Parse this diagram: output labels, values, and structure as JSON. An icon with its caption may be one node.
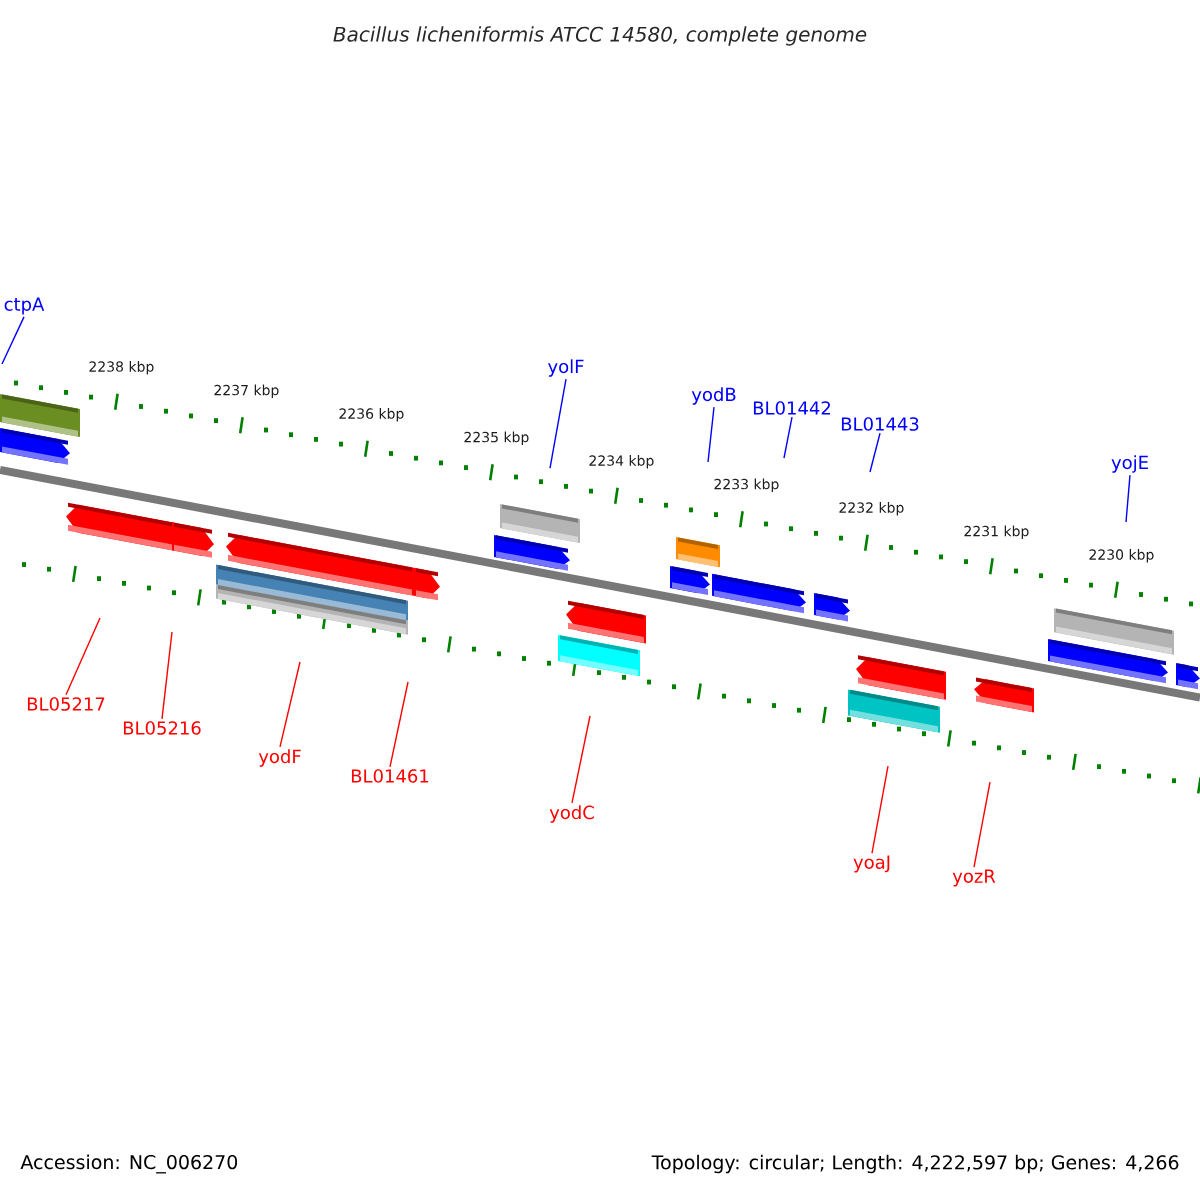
{
  "diagram": {
    "title": "Bacillus licheniformis ATCC 14580, complete genome",
    "nodes": [
      {
        "text": [
          "ctpA"
        ]
      },
      {
        "text": [
          "yolF"
        ]
      },
      {
        "text": [
          "yodB"
        ]
      },
      {
        "text": [
          "BL01442"
        ]
      },
      {
        "text": [
          "BL01443"
        ]
      },
      {
        "text": [
          "yojE"
        ]
      },
      {
        "text": [
          "BL05217"
        ]
      },
      {
        "text": [
          "BL05216"
        ]
      },
      {
        "text": [
          "yodF"
        ]
      },
      {
        "text": [
          "BL01461"
        ]
      },
      {
        "text": [
          "yodC"
        ]
      },
      {
        "text": [
          "yoaJ"
        ]
      },
      {
        "text": [
          "yozR"
        ]
      }
    ],
    "edges": [
      {
        "from": 0,
        "to": null,
        "arrow": "none",
        "color": "#0000ff"
      },
      {
        "from": 1,
        "to": null,
        "arrow": "none",
        "color": "#0000ff"
      },
      {
        "from": 2,
        "to": null,
        "arrow": "none",
        "color": "#0000ff"
      },
      {
        "from": 3,
        "to": null,
        "arrow": "none",
        "color": "#0000ff"
      },
      {
        "from": 4,
        "to": null,
        "arrow": "none",
        "color": "#0000ff"
      },
      {
        "from": 5,
        "to": null,
        "arrow": "none",
        "color": "#0000ff"
      },
      {
        "from": 6,
        "to": null,
        "arrow": "none"
      },
      {
        "from": 7,
        "to": null,
        "arrow": "none"
      },
      {
        "from": 8,
        "to": null,
        "arrow": "none"
      },
      {
        "from": 9,
        "to": null,
        "arrow": "none"
      },
      {
        "from": 10,
        "to": null,
        "arrow": "none"
      },
      {
        "from": 11,
        "to": null,
        "arrow": "none"
      },
      {
        "from": 12,
        "to": null,
        "arrow": "none"
      }
    ],
    "labels": [
      "2238 kbp",
      "2237 kbp",
      "2236 kbp",
      "2235 kbp",
      "2234 kbp",
      "2233 kbp",
      "2232 kbp",
      "2231 kbp",
      "2230 kbp",
      "Accession: NC_006270",
      "Topology: circular; Length: 4,222,597 bp; Genes: 4,266"
    ]
  }
}
